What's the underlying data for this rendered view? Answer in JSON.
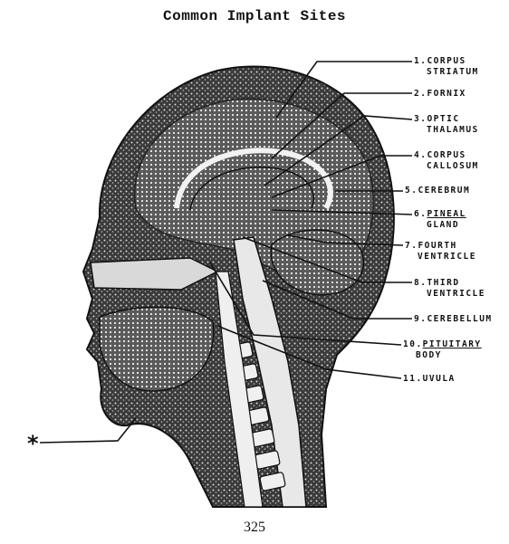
{
  "title": "Common Implant Sites",
  "page_number": "325",
  "asterisk": "*",
  "labels": [
    {
      "num": "1.",
      "line1": "CORPUS",
      "line2": "STRIATUM"
    },
    {
      "num": "2.",
      "line1": "FORNIX",
      "line2": ""
    },
    {
      "num": "3.",
      "line1": "OPTIC",
      "line2": "THALAMUS"
    },
    {
      "num": "4.",
      "line1": "CORPUS",
      "line2": "CALLOSUM"
    },
    {
      "num": "5.",
      "line1": "CEREBRUM",
      "line2": ""
    },
    {
      "num": "6.",
      "line1": "PINEAL",
      "line2": "GLAND"
    },
    {
      "num": "7.",
      "line1": "FOURTH",
      "line2": "VENTRICLE"
    },
    {
      "num": "8.",
      "line1": "THIRD",
      "line2": "VENTRICLE"
    },
    {
      "num": "9.",
      "line1": "CEREBELLUM",
      "line2": ""
    },
    {
      "num": "10.",
      "line1": "PITUITARY",
      "line2": "BODY"
    },
    {
      "num": "11.",
      "line1": "UVULA",
      "line2": ""
    }
  ]
}
